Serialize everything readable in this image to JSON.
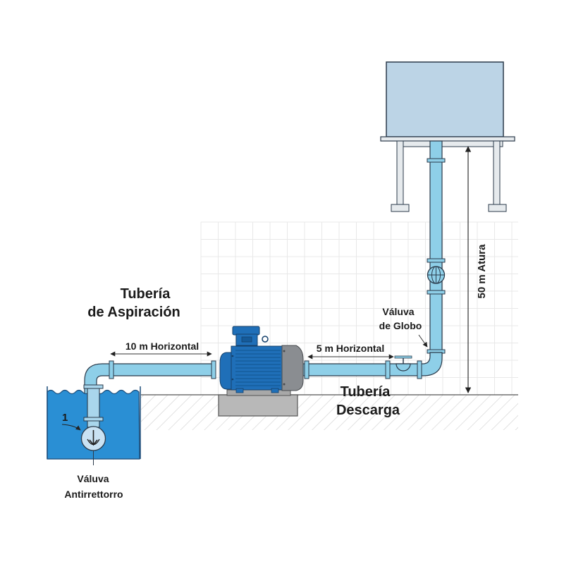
{
  "diagram": {
    "title": "Pump installation schematic",
    "labels": {
      "suction_pipe_line1": "Tubería",
      "suction_pipe_line2": "de Aspiración",
      "suction_length": "10 m Horizontal",
      "discharge_length": "5 m Horizontal",
      "globe_valve_line1": "Váluva",
      "globe_valve_line2": "de Globo",
      "discharge_pipe_line1": "Tubería",
      "discharge_pipe_line2": "Descarga",
      "height": "50 m Atura",
      "check_valve_marker": "1",
      "check_valve_line1": "Váluva",
      "check_valve_line2": "Antirrettorro"
    },
    "measurements": {
      "suction_horizontal_m": 10,
      "discharge_horizontal_m": 5,
      "vertical_height_m": 50
    },
    "colors": {
      "pipe": "#8ecfe8",
      "pipe_dark": "#5aaed3",
      "water": "#2a8fd4",
      "motor": "#1f6fb8",
      "motor_dark": "#155a99",
      "motor_end_cap": "#8a8d91",
      "tank": "#bcd4e6",
      "stand": "#e6eaed",
      "outline": "#2b3a4a",
      "grid": "#e6e6e6",
      "hatch": "#cccccc",
      "base": "#b8b8b8"
    }
  }
}
